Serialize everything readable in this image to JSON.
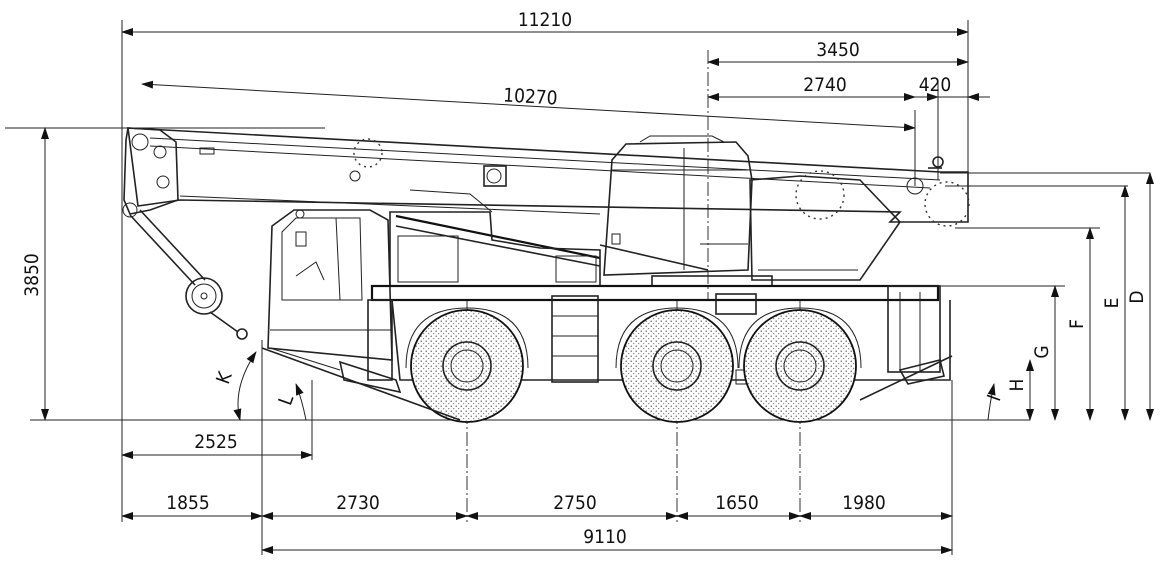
{
  "dimensions": {
    "overall_length": "11210",
    "rear_overhang_total": "3450",
    "rear_to_slew_axis": "2740",
    "boom_head_offset": "420",
    "boom_length": "10270",
    "overall_height": "3850",
    "front_wheel_to_hook": "2525",
    "front_overhang": "1855",
    "axle_1_2": "2730",
    "axle_2_3": "2750",
    "axle_3_4": "1650",
    "rear_overhang": "1980",
    "wheelbase_total": "9110"
  },
  "letter_labels": {
    "D": "D",
    "E": "E",
    "F": "F",
    "G": "G",
    "H": "H",
    "I": "I",
    "K": "K",
    "L": "L"
  },
  "symbols": {
    "arrowhead": "filled-triangle-arrow",
    "wheel": "dotted-tire-with-hub"
  }
}
